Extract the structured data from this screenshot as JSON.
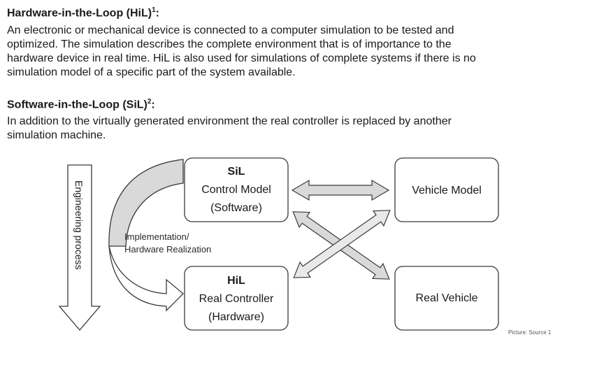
{
  "hil": {
    "title": "Hardware-in-the-Loop (HiL)",
    "sup": "1",
    "suffix": ":",
    "lines": [
      "An electronic or mechanical device is connected to a computer simulation to be tested and",
      "optimized. The simulation describes the complete environment that is of importance to the",
      "hardware device in real time. HiL is also used for simulations of complete systems if there is no",
      "simulation model of a specific part of the system available."
    ]
  },
  "sil": {
    "title": "Software-in-the-Loop (SiL)",
    "sup": "2",
    "suffix": ":",
    "lines": [
      "In addition to the virtually generated environment the real controller is replaced by another",
      "simulation machine."
    ]
  },
  "diagram": {
    "engineering_label": "Engineering process",
    "sil_box": {
      "title": "SiL",
      "line1": "Control Model",
      "line2": "(Software)"
    },
    "hil_box": {
      "title": "HiL",
      "line1": "Real Controller",
      "line2": "(Hardware)"
    },
    "vehicle_model": "Vehicle Model",
    "real_vehicle": "Real Vehicle",
    "impl_line1": "Implementation/",
    "impl_line2": "Hardware Realization",
    "source": "Picture: Source 1",
    "colors": {
      "arrow_fill": "#d9d9d9",
      "stroke": "#3a3a3a"
    }
  }
}
